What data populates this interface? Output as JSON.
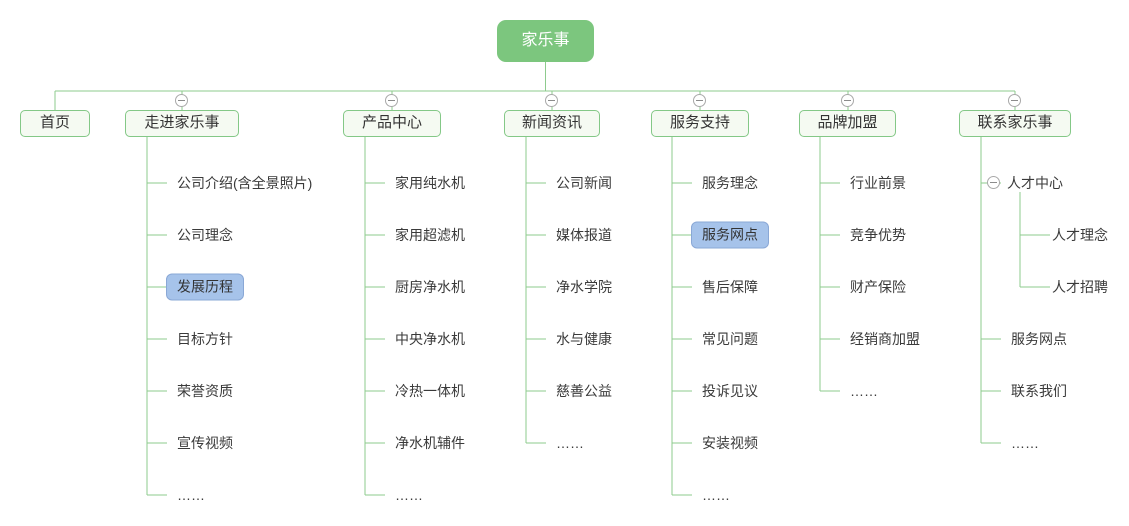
{
  "root": {
    "label": "家乐事"
  },
  "nodes": [
    {
      "label": "首页",
      "children": []
    },
    {
      "label": "走进家乐事",
      "children": [
        {
          "label": "公司介绍(含全景照片)"
        },
        {
          "label": "公司理念"
        },
        {
          "label": "发展历程",
          "highlighted": true
        },
        {
          "label": "目标方针"
        },
        {
          "label": "荣誉资质"
        },
        {
          "label": "宣传视频"
        },
        {
          "label": "……"
        }
      ]
    },
    {
      "label": "产品中心",
      "children": [
        {
          "label": "家用纯水机"
        },
        {
          "label": "家用超滤机"
        },
        {
          "label": "厨房净水机"
        },
        {
          "label": "中央净水机"
        },
        {
          "label": "冷热一体机"
        },
        {
          "label": "净水机辅件"
        },
        {
          "label": "……"
        }
      ]
    },
    {
      "label": "新闻资讯",
      "children": [
        {
          "label": "公司新闻"
        },
        {
          "label": "媒体报道"
        },
        {
          "label": "净水学院"
        },
        {
          "label": "水与健康"
        },
        {
          "label": "慈善公益"
        },
        {
          "label": "……"
        }
      ]
    },
    {
      "label": "服务支持",
      "children": [
        {
          "label": "服务理念"
        },
        {
          "label": "服务网点",
          "highlighted": true
        },
        {
          "label": "售后保障"
        },
        {
          "label": "常见问题"
        },
        {
          "label": "投诉见议"
        },
        {
          "label": "安装视频"
        },
        {
          "label": "……"
        }
      ]
    },
    {
      "label": "品牌加盟",
      "children": [
        {
          "label": "行业前景"
        },
        {
          "label": "竞争优势"
        },
        {
          "label": "财产保险"
        },
        {
          "label": "经销商加盟"
        },
        {
          "label": "……"
        }
      ]
    },
    {
      "label": "联系家乐事",
      "children": [
        {
          "label": "人才中心",
          "children": [
            {
              "label": "人才理念"
            },
            {
              "label": "人才招聘"
            }
          ]
        },
        {
          "label": "服务网点"
        },
        {
          "label": "联系我们"
        },
        {
          "label": "……"
        }
      ]
    }
  ],
  "icons": {
    "collapse": "minus-circle"
  },
  "colors": {
    "root_fill": "#7cc67e",
    "node_border": "#84c887",
    "node_fill": "#f5faf2",
    "connector": "#8ecb8e",
    "highlight_fill": "#a6c3ea",
    "highlight_border": "#8aa8d6",
    "leaf_text": "#3a3a3a"
  }
}
